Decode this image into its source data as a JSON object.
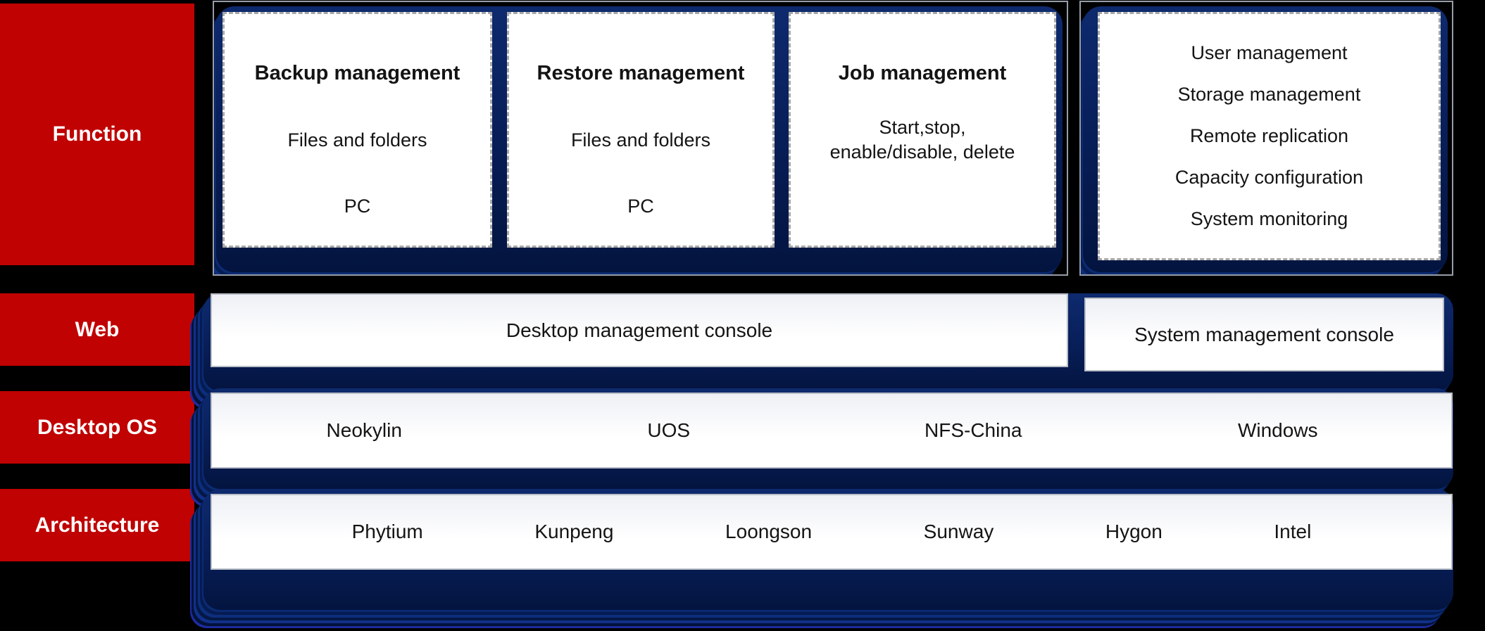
{
  "palette": {
    "red": "#c00202",
    "navy1": "#0e2a6e",
    "navy2": "#081f5a",
    "navy3": "#03143f",
    "card_border": "#a9a9a9"
  },
  "sidebar": {
    "rows": [
      {
        "label": "Function"
      },
      {
        "label": "Web"
      },
      {
        "label": "Desktop OS"
      },
      {
        "label": "Architecture"
      }
    ]
  },
  "function_row": {
    "cards": [
      {
        "title": "Backup management",
        "row1": "Files and folders",
        "row2": "PC"
      },
      {
        "title": "Restore management",
        "row1": "Files and folders",
        "row2": "PC"
      },
      {
        "title": "Job management",
        "row1": "Start,stop,",
        "row2": "enable/disable, delete"
      }
    ],
    "management_card": {
      "items": [
        "User management",
        "Storage management",
        "Remote replication",
        "Capacity configuration",
        "System monitoring"
      ]
    }
  },
  "web_row": {
    "desktop_console": "Desktop management console",
    "system_console": "System management console"
  },
  "desktop_os_row": {
    "items": [
      "Neokylin",
      "UOS",
      "NFS-China",
      "Windows"
    ]
  },
  "architecture_row": {
    "items": [
      "Phytium",
      "Kunpeng",
      "Loongson",
      "Sunway",
      "Hygon",
      "Intel"
    ]
  }
}
